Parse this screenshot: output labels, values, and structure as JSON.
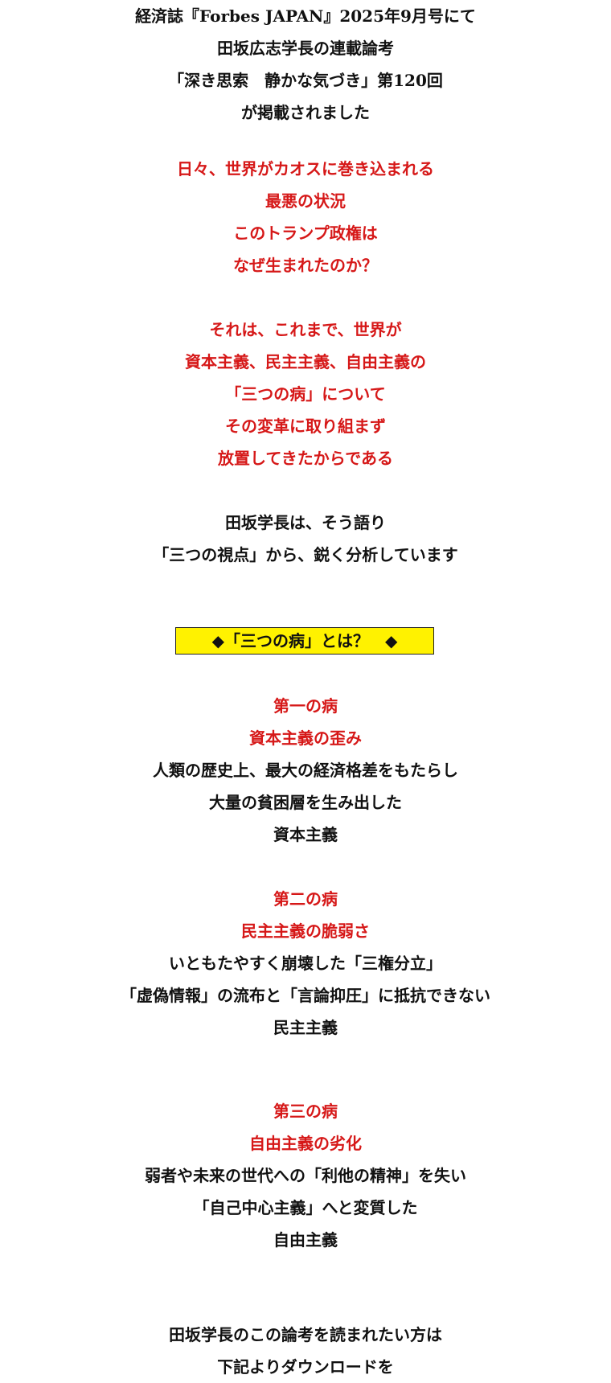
{
  "intro": {
    "lines": [
      "経済誌『Forbes JAPAN』2025年9月号にて",
      "田坂広志学長の連載論考",
      "「深き思索　静かな気づき」第120回",
      "が掲載されました"
    ]
  },
  "hook": {
    "lines": [
      "日々、世界がカオスに巻き込まれる",
      "最悪の状況",
      "このトランプ政権は",
      "なぜ生まれたのか？"
    ]
  },
  "reason": {
    "lines": [
      "それは、これまで、世界が",
      "資本主義、民主主義、自由主義の",
      "「三つの病」について",
      "その変革に取り組まず",
      "放置してきたからである"
    ]
  },
  "summary": {
    "lines": [
      "田坂学長は、そう語り",
      "「三つの視点」から、鋭く分析しています"
    ]
  },
  "callout": {
    "text": "◆「三つの病」とは？　◆"
  },
  "diseases": [
    {
      "number": "第一の病",
      "title": "資本主義の歪み",
      "lines": [
        "人類の歴史上、最大の経済格差をもたらし",
        "大量の貧困層を生み出した",
        "資本主義"
      ]
    },
    {
      "number": "第二の病",
      "title": "民主主義の脆弱さ",
      "lines": [
        "いともたやすく崩壊した「三権分立」",
        "「虚偽情報」の流布と「言論抑圧」に抵抗できない",
        "民主主義"
      ]
    },
    {
      "number": "第三の病",
      "title": "自由主義の劣化",
      "lines": [
        "弱者や未来の世代への「利他の精神」を失い",
        "「自己中心主義」へと変質した",
        "自由主義"
      ]
    }
  ],
  "closing": {
    "lines": [
      "田坂学長のこの論考を読まれたい方は",
      "下記よりダウンロードを"
    ]
  },
  "colors": {
    "accent_red": "#d61818",
    "text": "#111111",
    "callout_bg": "#fff200"
  }
}
